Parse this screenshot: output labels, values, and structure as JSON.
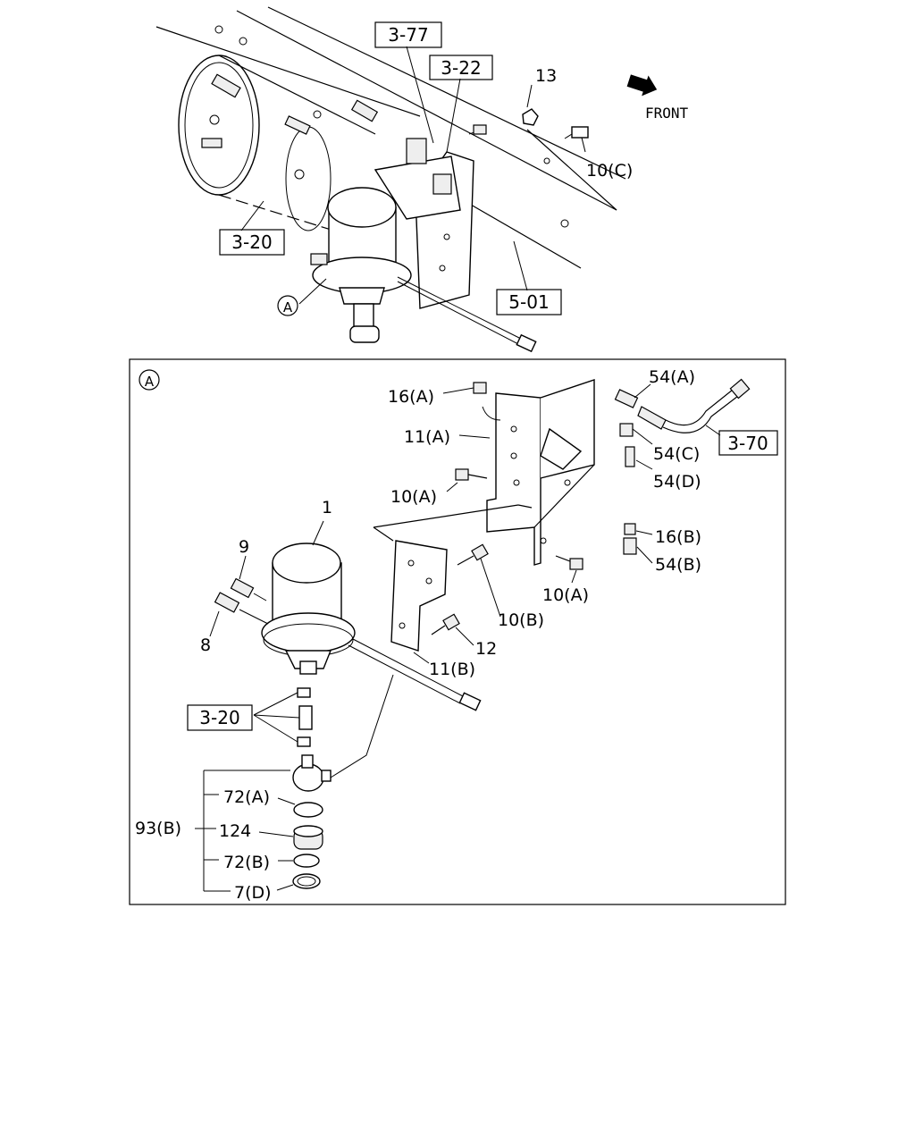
{
  "top_view": {
    "refs": {
      "r377": "3-77",
      "r322": "3-22",
      "r320": "3-20",
      "r501": "5-01"
    },
    "labels": {
      "n13": "13",
      "n10c": "10(C)",
      "detail_marker": "A"
    },
    "direction_label": "FRONT"
  },
  "detail": {
    "marker": "A",
    "refs": {
      "r370": "3-70",
      "r320": "3-20"
    },
    "labels": {
      "n16a": "16(A)",
      "n11a": "11(A)",
      "n10a_left": "10(A)",
      "n1": "1",
      "n9": "9",
      "n8": "8",
      "n10b": "10(B)",
      "n12": "12",
      "n11b": "11(B)",
      "n54a": "54(A)",
      "n54c": "54(C)",
      "n54d": "54(D)",
      "n16b": "16(B)",
      "n54b": "54(B)",
      "n10a_right": "10(A)",
      "n72a": "72(A)",
      "n93b": "93(B)",
      "n124": "124",
      "n72b": "72(B)",
      "n7d": "7(D)"
    }
  }
}
